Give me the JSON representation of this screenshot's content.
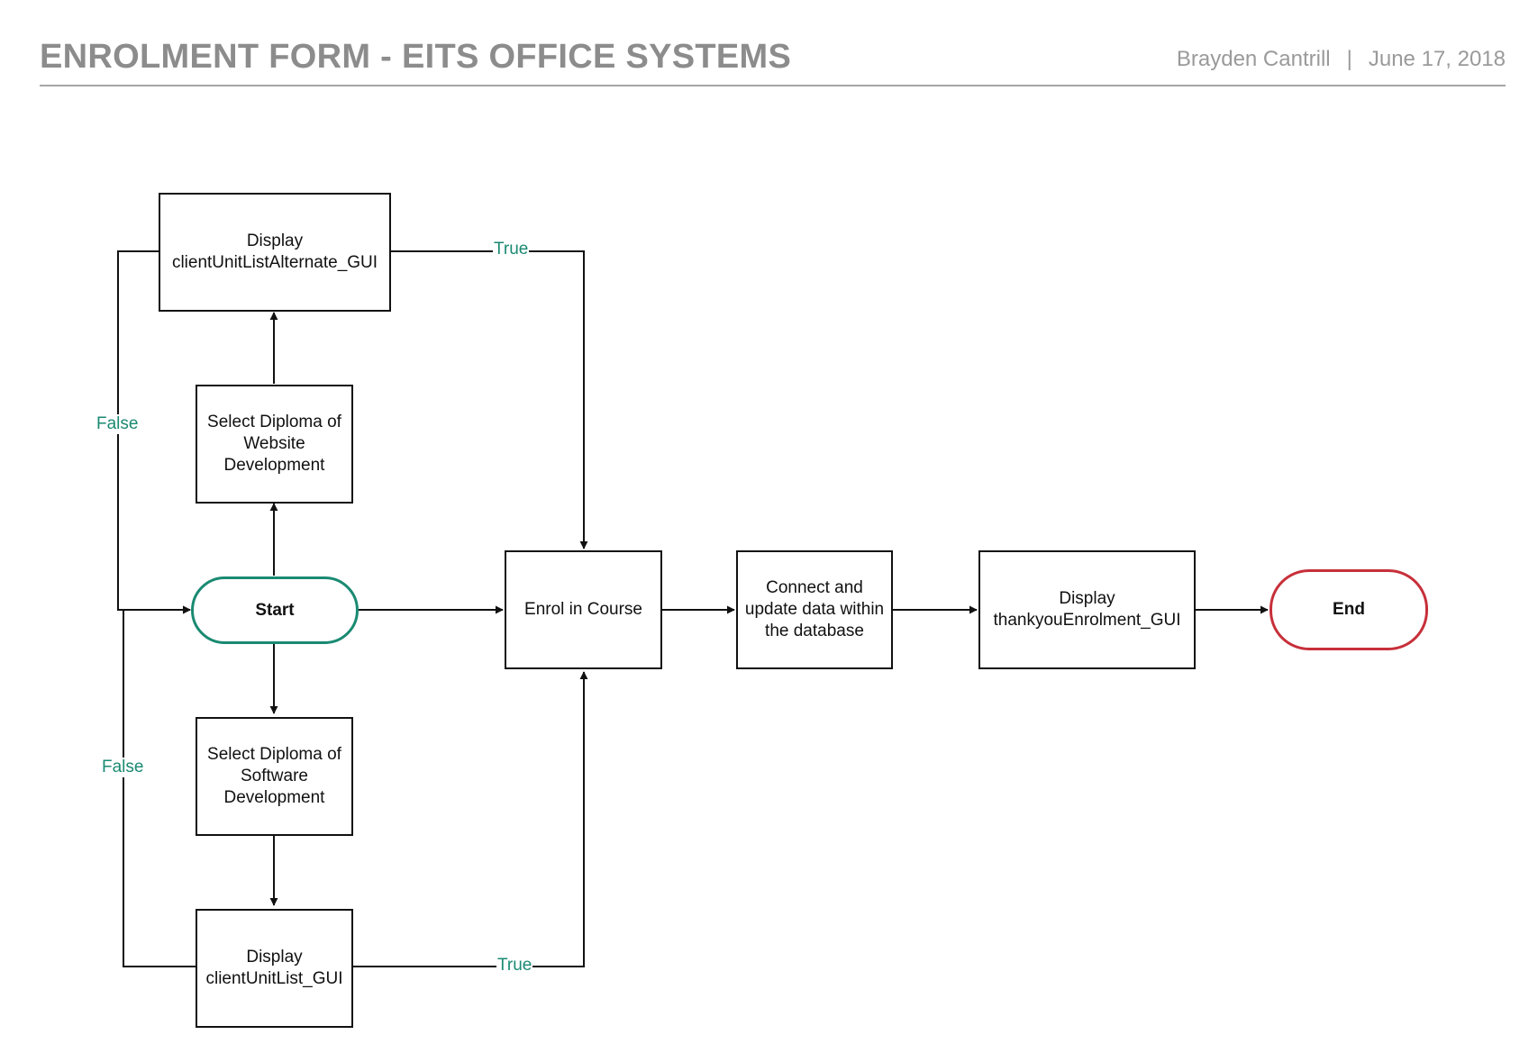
{
  "header": {
    "title": "ENROLMENT FORM - EITS OFFICE SYSTEMS",
    "author": "Brayden Cantrill",
    "separator": "|",
    "date": "June 17, 2018"
  },
  "colors": {
    "start_border": "#1a8a72",
    "end_border": "#c7303a",
    "edge_label": "#1a8a72",
    "line": "#111111",
    "header_text": "#8c8c8c"
  },
  "nodes": {
    "start": "Start",
    "select_website": "Select Diploma of\nWebsite\nDevelopment",
    "display_alt": "Display\nclientUnitListAlternate_GUI",
    "select_software": "Select Diploma of\nSoftware\nDevelopment",
    "display_list": "Display\nclientUnitList_GUI",
    "enrol": "Enrol in Course",
    "connect_db": "Connect and\nupdate data within\nthe database",
    "display_thanks": "Display\nthankyouEnrolment_GUI",
    "end": "End"
  },
  "edge_labels": {
    "true_top": "True",
    "false_top": "False",
    "false_bottom": "False",
    "true_bottom": "True"
  }
}
